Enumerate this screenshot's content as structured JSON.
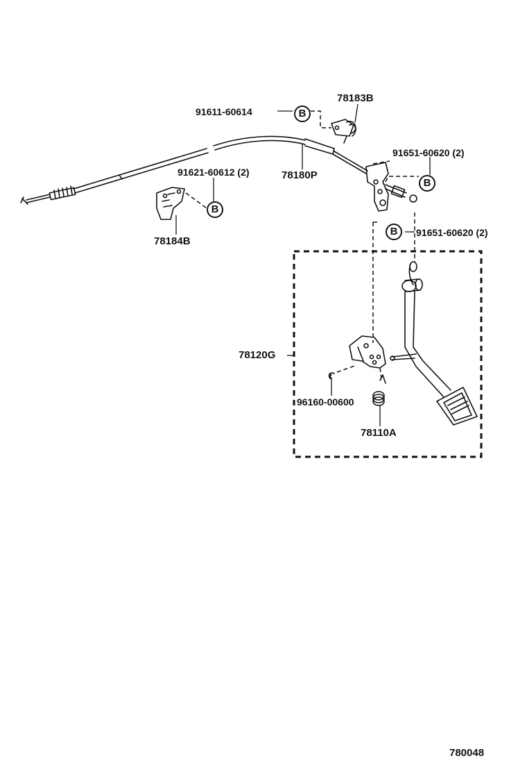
{
  "diagram_id": "780048",
  "bolt_marker": "B",
  "parts": {
    "p_78183B": "78183B",
    "p_91611": "91611-60614",
    "p_91651_top": "91651-60620 (2)",
    "p_91621": "91621-60612 (2)",
    "p_78180P": "78180P",
    "p_78184B": "78184B",
    "p_91651_mid": "91651-60620 (2)",
    "p_78120G": "78120G",
    "p_96160": "96160-00600",
    "p_78110A": "78110A"
  }
}
